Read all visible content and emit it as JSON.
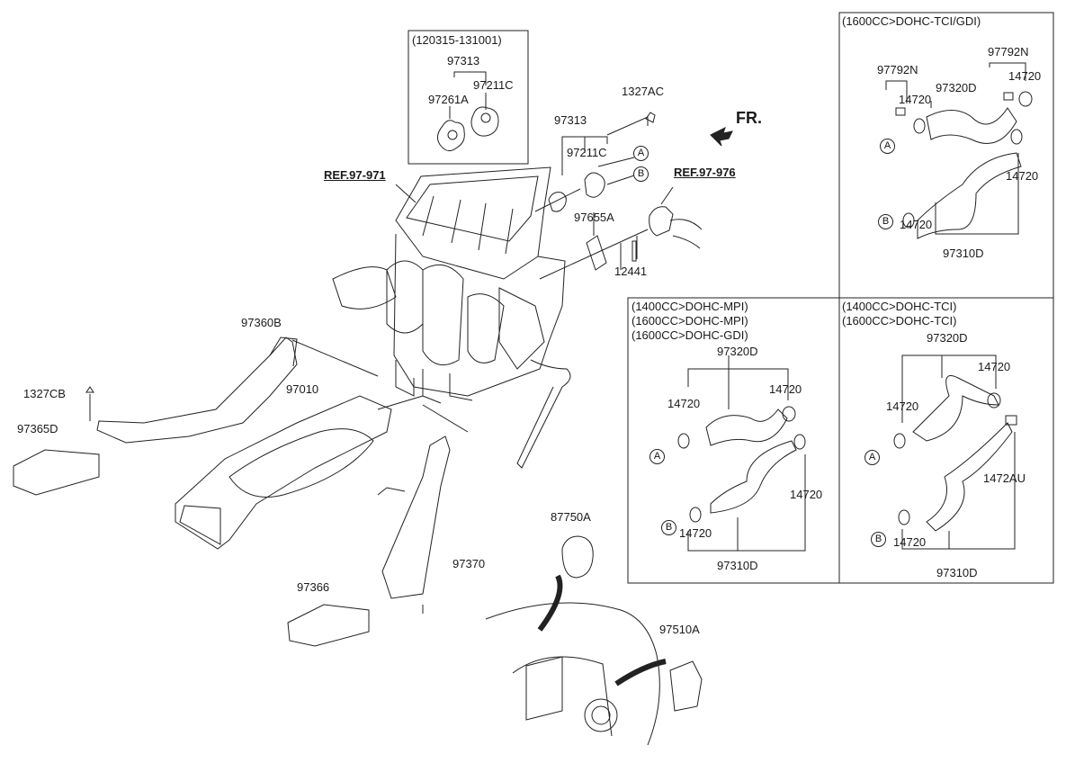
{
  "inset_date_box": {
    "header": "(120315-131001)",
    "labels": [
      "97313",
      "97211C",
      "97261A"
    ]
  },
  "main_labels": {
    "ref_971": "REF.97-971",
    "ref_976": "REF.97-976",
    "fr": "FR.",
    "p97313": "97313",
    "p1327AC": "1327AC",
    "p97211C": "97211C",
    "p97655A": "97655A",
    "p12441": "12441",
    "p97360B": "97360B",
    "p1327CB": "1327CB",
    "p97010": "97010",
    "p97365D": "97365D",
    "p87750A": "87750A",
    "p97370": "97370",
    "p97366": "97366",
    "p97510A": "97510A"
  },
  "box_tci_gdi": {
    "header": "(1600CC>DOHC-TCI/GDI)",
    "p97792N_left": "97792N",
    "p97792N_right": "97792N",
    "p14720_a": "14720",
    "p97320D": "97320D",
    "p14720_b": "14720",
    "p14720_c": "14720",
    "p14720_d": "14720",
    "p97310D": "97310D"
  },
  "box_mpi": {
    "header_lines": [
      "(1400CC>DOHC-MPI)",
      "(1600CC>DOHC-MPI)",
      "(1600CC>DOHC-GDI)"
    ],
    "p97320D": "97320D",
    "p14720_a": "14720",
    "p14720_b": "14720",
    "p14720_c": "14720",
    "p14720_d": "14720",
    "p97310D": "97310D"
  },
  "box_tci": {
    "header_lines": [
      "(1400CC>DOHC-TCI)",
      "(1600CC>DOHC-TCI)"
    ],
    "p97320D": "97320D",
    "p14720_a": "14720",
    "p14720_b": "14720",
    "p14720_c": "14720",
    "p1472AU": "1472AU",
    "p97310D": "97310D"
  },
  "circle_markers": {
    "a": "A",
    "b": "B"
  },
  "colors": {
    "line": "#222222",
    "background": "#ffffff"
  }
}
